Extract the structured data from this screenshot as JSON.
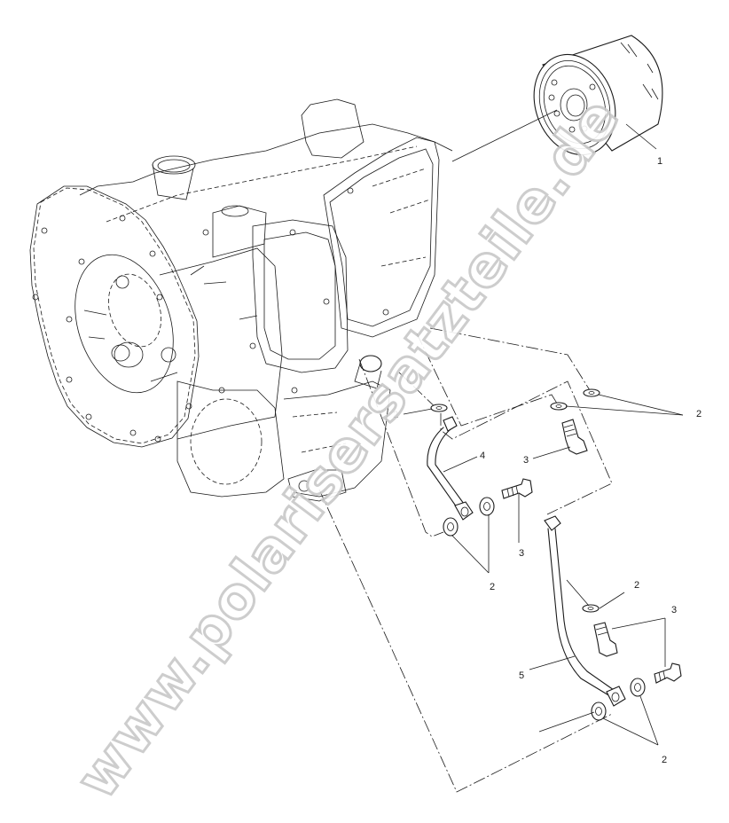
{
  "diagram": {
    "type": "exploded parts diagram",
    "subject": "Engine crankcase oil filter and oil lines",
    "colors": {
      "line": "#1a1a1a",
      "background": "#ffffff",
      "watermark": "#c8c8c8"
    }
  },
  "watermark": {
    "text": "www.polarisersatzteile.de"
  },
  "callouts": [
    {
      "id": "c1",
      "label": "1",
      "part": "oil-filter"
    },
    {
      "id": "c2a",
      "label": "2",
      "part": "washer"
    },
    {
      "id": "c2b",
      "label": "2",
      "part": "washers"
    },
    {
      "id": "c3a",
      "label": "3",
      "part": "banjo-bolt"
    },
    {
      "id": "c4",
      "label": "4",
      "part": "oil-line"
    },
    {
      "id": "c3b",
      "label": "3",
      "part": "banjo-bolt"
    },
    {
      "id": "c2c",
      "label": "2",
      "part": "washers"
    },
    {
      "id": "c2d",
      "label": "2",
      "part": "washer"
    },
    {
      "id": "c3c",
      "label": "3",
      "part": "banjo-bolts"
    },
    {
      "id": "c5",
      "label": "5",
      "part": "oil-line"
    },
    {
      "id": "c2e",
      "label": "2",
      "part": "washers"
    }
  ]
}
